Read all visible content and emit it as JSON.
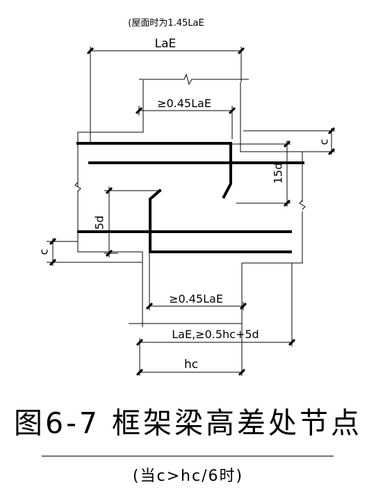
{
  "labels": {
    "roof_note": "(屋面时为1.45LaE",
    "top_dim": "LaE",
    "upper_anchor": "≥0.45LaE",
    "c_right": "c",
    "d15": "15d",
    "d5": "5d",
    "c_left": "c",
    "lower_anchor": "≥0.45LaE",
    "bottom_anchor": "LaE,≥0.5hc+5d",
    "hc": "hc"
  },
  "caption": {
    "title": "图6-7  框架梁高差处节点",
    "condition": "(当c>hc/6时)"
  }
}
